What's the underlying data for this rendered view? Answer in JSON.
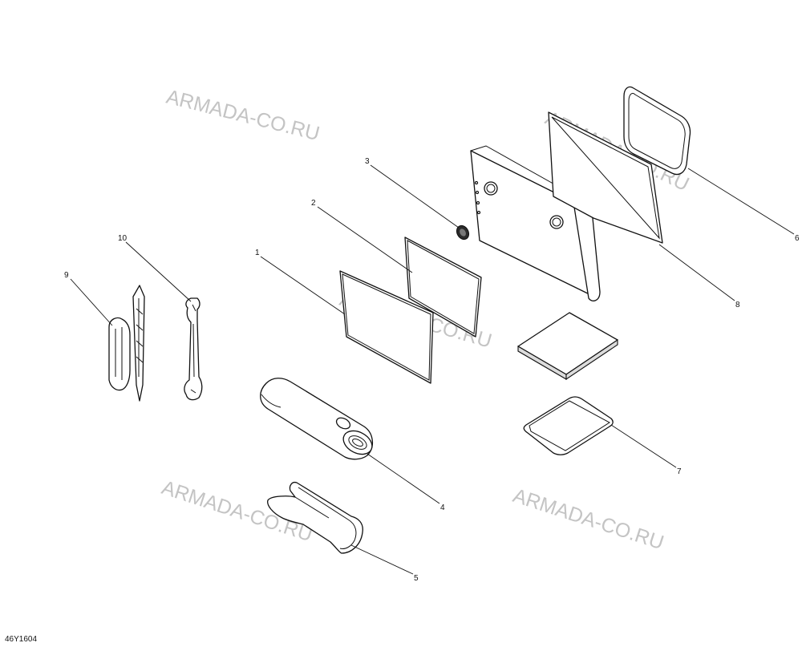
{
  "figure_id": "46Y1604",
  "watermark_text": "ARMADA-CO.RU",
  "callouts": {
    "c1": "1",
    "c2": "2",
    "c3": "3",
    "c4": "4",
    "c5": "5",
    "c6": "6",
    "c7": "7",
    "c8": "8",
    "c9": "9",
    "c10": "10"
  },
  "colors": {
    "line": "#111111",
    "watermark": "#c4c4c4",
    "background": "#ffffff"
  }
}
